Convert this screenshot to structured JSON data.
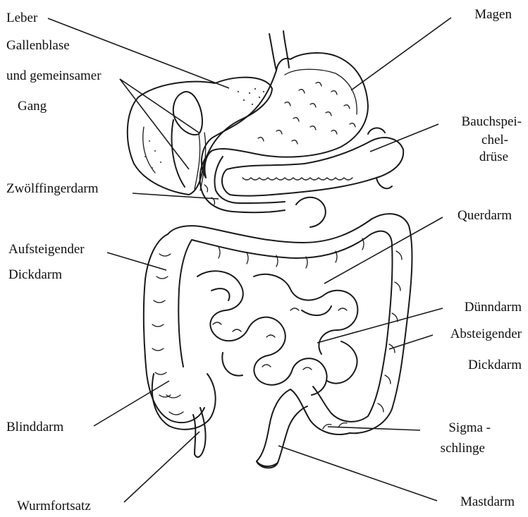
{
  "labels": {
    "leber": "Leber",
    "gallenblase": "Gallenblase",
    "und_gemeinsamer": "und gemeinsamer",
    "gang": "Gang",
    "magen": "Magen",
    "bauchspei": "Bauchspei-",
    "chel": "chel-",
    "druese": "drüse",
    "zwoelffingerdarm": "Zwölffingerdarm",
    "querdarm": "Querdarm",
    "aufsteigender": "Aufsteigender",
    "dickdarm_left": "Dickdarm",
    "duenndarm": "Dünndarm",
    "absteigender": "Absteigender",
    "dickdarm_right": "Dickdarm",
    "blinddarm": "Blinddarm",
    "sigma": "Sigma -",
    "schlinge": "schlinge",
    "wurmfortsatz": "Wurmfortsatz",
    "mastdarm": "Mastdarm"
  }
}
